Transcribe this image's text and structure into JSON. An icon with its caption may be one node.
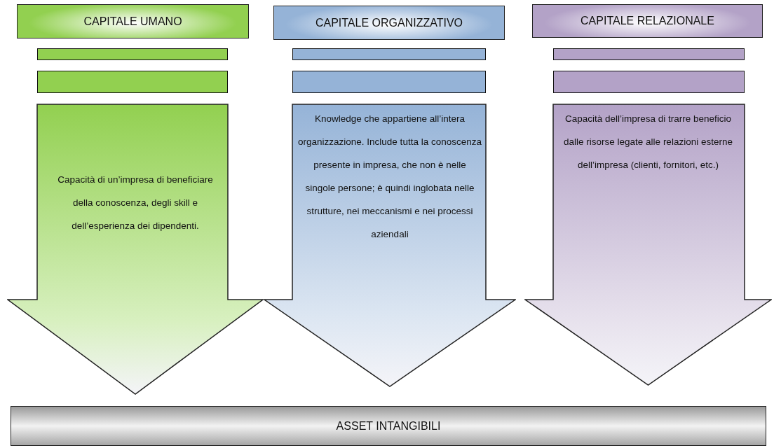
{
  "diagram": {
    "nodes": [
      {
        "text": [
          "CAPITALE UMANO"
        ]
      },
      {
        "text": [
          "CAPITALE ORGANIZZATIVO"
        ]
      },
      {
        "text": [
          "CAPITALE RELAZIONALE"
        ]
      },
      {
        "text": [],
        "shape": "bar"
      },
      {
        "text": [],
        "shape": "bar"
      },
      {
        "text": [],
        "shape": "bar"
      },
      {
        "text": [],
        "shape": "bar"
      },
      {
        "text": [],
        "shape": "bar"
      },
      {
        "text": [],
        "shape": "bar"
      },
      {
        "text": [
          "Capacità di un’impresa di beneficiare della conoscenza, degli skill e dell’esperienza dei dipendenti."
        ]
      },
      {
        "text": [
          "Knowledge che appartiene all’intera organizzazione. Include tutta la conoscenza presente in impresa, che non è nelle singole persone; è quindi inglobata nelle strutture, nei meccanismi e nei processi aziendali"
        ]
      },
      {
        "text": [
          "Capacità dell’impresa di trarre beneficio dalle risorse legate alle relazioni esterne dell’impresa (clienti, fornitori, etc.)"
        ]
      },
      {
        "text": [
          "ASSET INTANGIBILI"
        ]
      }
    ]
  }
}
